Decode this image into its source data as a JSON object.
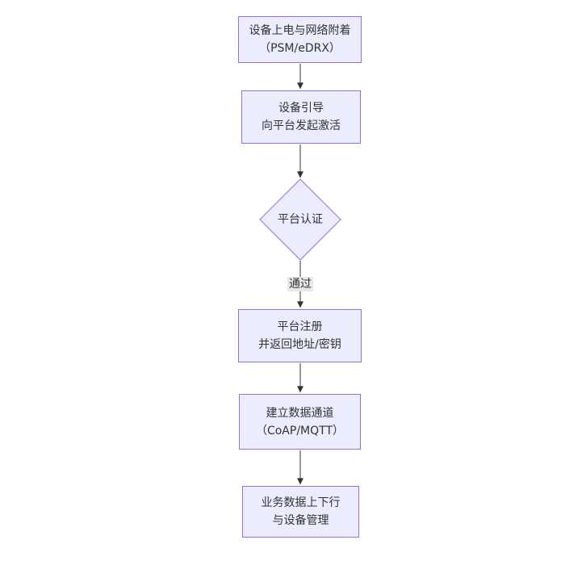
{
  "diagram": {
    "type": "flowchart",
    "direction": "top-down",
    "colors": {
      "background": "#ffffff",
      "node_fill": "#ECECFF",
      "node_border": "#9370DB",
      "edge_line": "#333333",
      "edge_label_bg": "#e8e8e8",
      "text": "#333333"
    },
    "nodes": [
      {
        "id": "A",
        "shape": "rect",
        "lines": [
          "设备上电与网络附着",
          "（PSM/eDRX）"
        ]
      },
      {
        "id": "B",
        "shape": "rect",
        "lines": [
          "设备引导",
          "向平台发起激活"
        ]
      },
      {
        "id": "C",
        "shape": "diamond",
        "lines": [
          "平台认证"
        ]
      },
      {
        "id": "D",
        "shape": "rect",
        "lines": [
          "平台注册",
          "并返回地址/密钥"
        ]
      },
      {
        "id": "E",
        "shape": "rect",
        "lines": [
          "建立数据通道",
          "（CoAP/MQTT）"
        ]
      },
      {
        "id": "F",
        "shape": "rect",
        "lines": [
          "业务数据上下行",
          "与设备管理"
        ]
      }
    ],
    "edges": [
      {
        "from": "A",
        "to": "B",
        "label": ""
      },
      {
        "from": "B",
        "to": "C",
        "label": ""
      },
      {
        "from": "C",
        "to": "D",
        "label": "通过"
      },
      {
        "from": "D",
        "to": "E",
        "label": ""
      },
      {
        "from": "E",
        "to": "F",
        "label": ""
      }
    ]
  }
}
